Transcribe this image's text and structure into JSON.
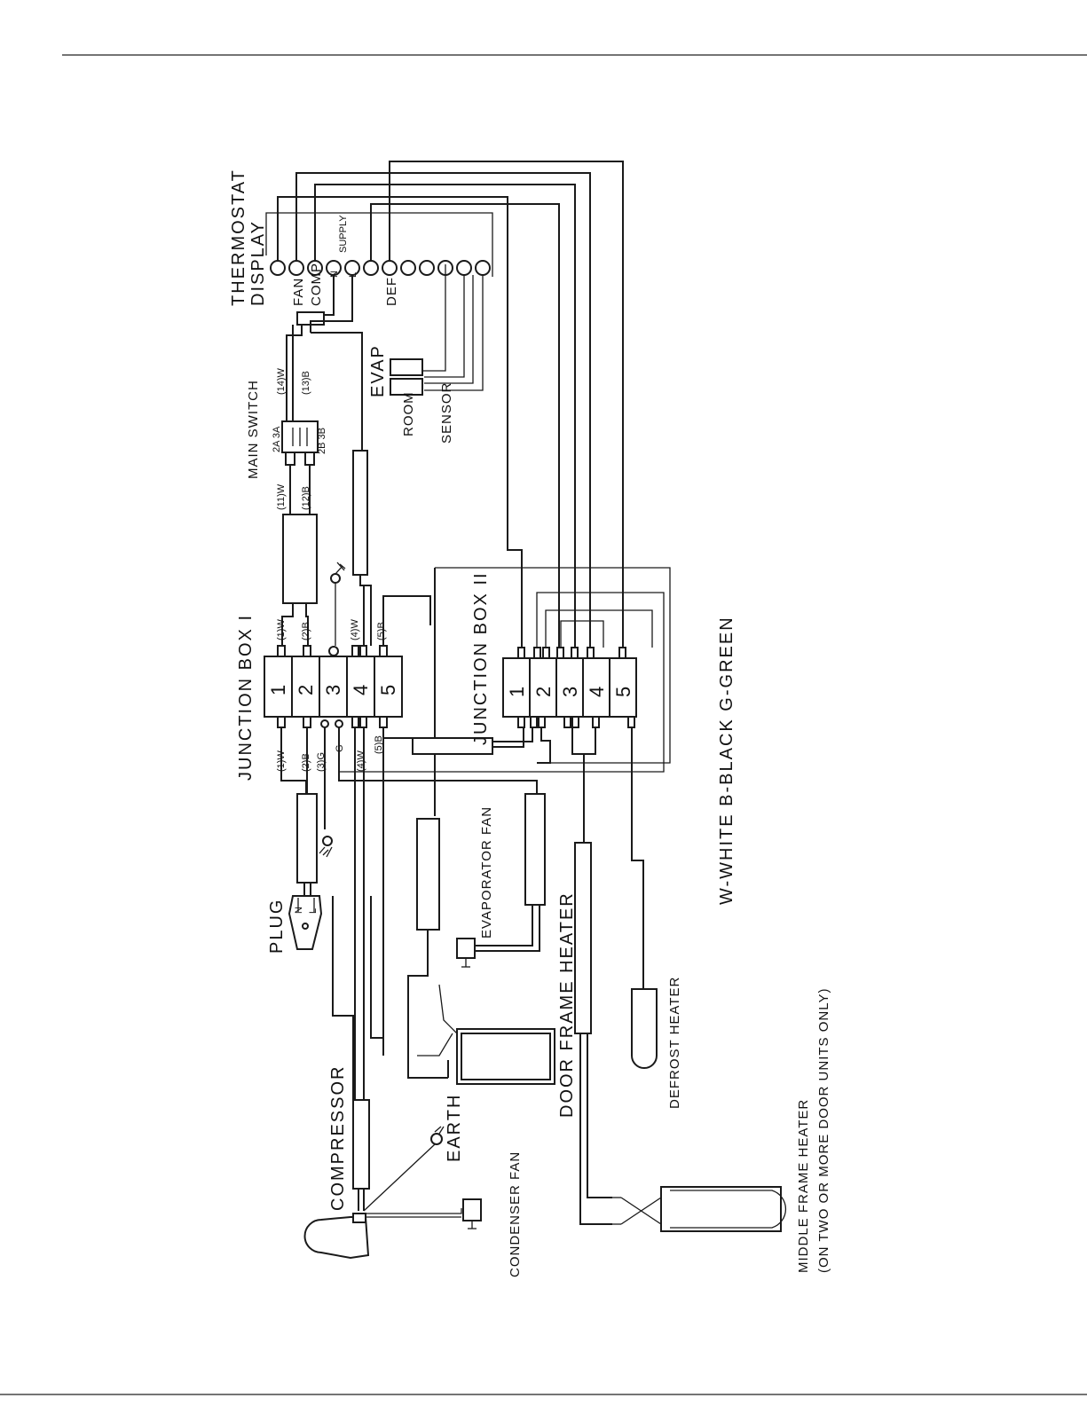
{
  "labels": {
    "thermostat_line1": "THERMOSTAT",
    "thermostat_line2": "DISPLAY",
    "fan": "FAN",
    "comp": "COMP",
    "n": "N",
    "supply": "SUPPLY",
    "l": "L",
    "def": "DEF",
    "main_switch": "MAIN SWITCH",
    "switch_top": "2A 3A",
    "switch_bottom": "2B 3B",
    "evap": "EVAP",
    "room": "ROOM",
    "sensor": "SENSOR",
    "junction_box_1": "JUNCTION BOX I",
    "junction_box_2": "JUNCTION BOX II",
    "plug": "PLUG",
    "evaporator_fan": "EVAPORATOR FAN",
    "door_frame_heater": "DOOR FRAME HEATER",
    "defrost_heater": "DEFROST HEATER",
    "compressor": "COMPRESSOR",
    "earth": "EARTH",
    "condenser_fan": "CONDENSER FAN",
    "middle_frame_heater_line1": "MIDDLE FRAME HEATER",
    "middle_frame_heater_line2": "(ON TWO OR MORE DOOR UNITS ONLY)",
    "legend": "W-WHITE  B-BLACK  G-GREEN"
  },
  "wire_labels": {
    "w14": "(14)W",
    "b13": "(13)B",
    "w11": "(11)W",
    "b12": "(12)B",
    "w1_top": "(1)W",
    "b2_top": "(2)B",
    "w4_top": "(4)W",
    "b5_top": "(5)B",
    "w1_bot": "(1)W",
    "b2_bot": "(2)B",
    "g3_bot": "(3)G",
    "g_bot": "G",
    "w4_bot": "(4)W",
    "b5_bot": "(5)B"
  },
  "junction_box_1_terminals": [
    "1",
    "2",
    "3",
    "4",
    "5"
  ],
  "junction_box_2_terminals": [
    "1",
    "2",
    "3",
    "4",
    "5"
  ],
  "plug_pins": {
    "n": "N",
    "l": "L"
  }
}
